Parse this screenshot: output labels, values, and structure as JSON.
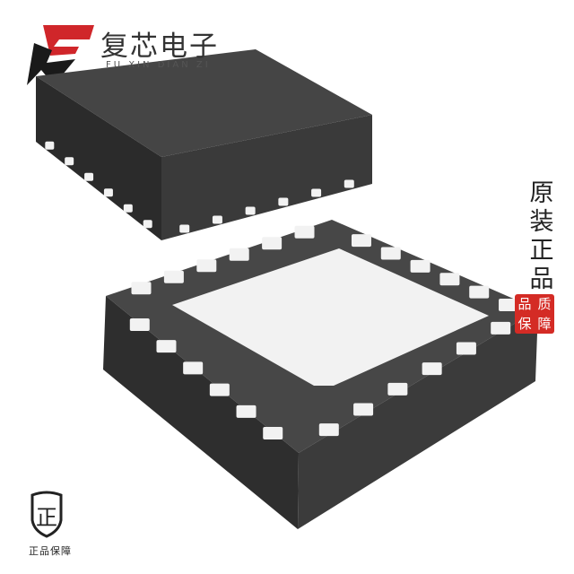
{
  "brand": {
    "name_cn": "复芯电子",
    "name_en": "FU XIN DIAN ZI",
    "logo_colors": {
      "red": "#d0262a",
      "black": "#1a1a1a"
    }
  },
  "side_label": "原装正品",
  "stamp": {
    "chars": [
      "品",
      "质",
      "保",
      "障"
    ],
    "color": "#d42b25"
  },
  "guarantee_badge": {
    "icon": "shield-zheng-icon",
    "glyph": "正",
    "caption": "正品保障"
  },
  "product": {
    "description_icon": "qfn-chip-image",
    "body_color": "#3a3a3a",
    "pad_color": "#f2f2f2"
  }
}
